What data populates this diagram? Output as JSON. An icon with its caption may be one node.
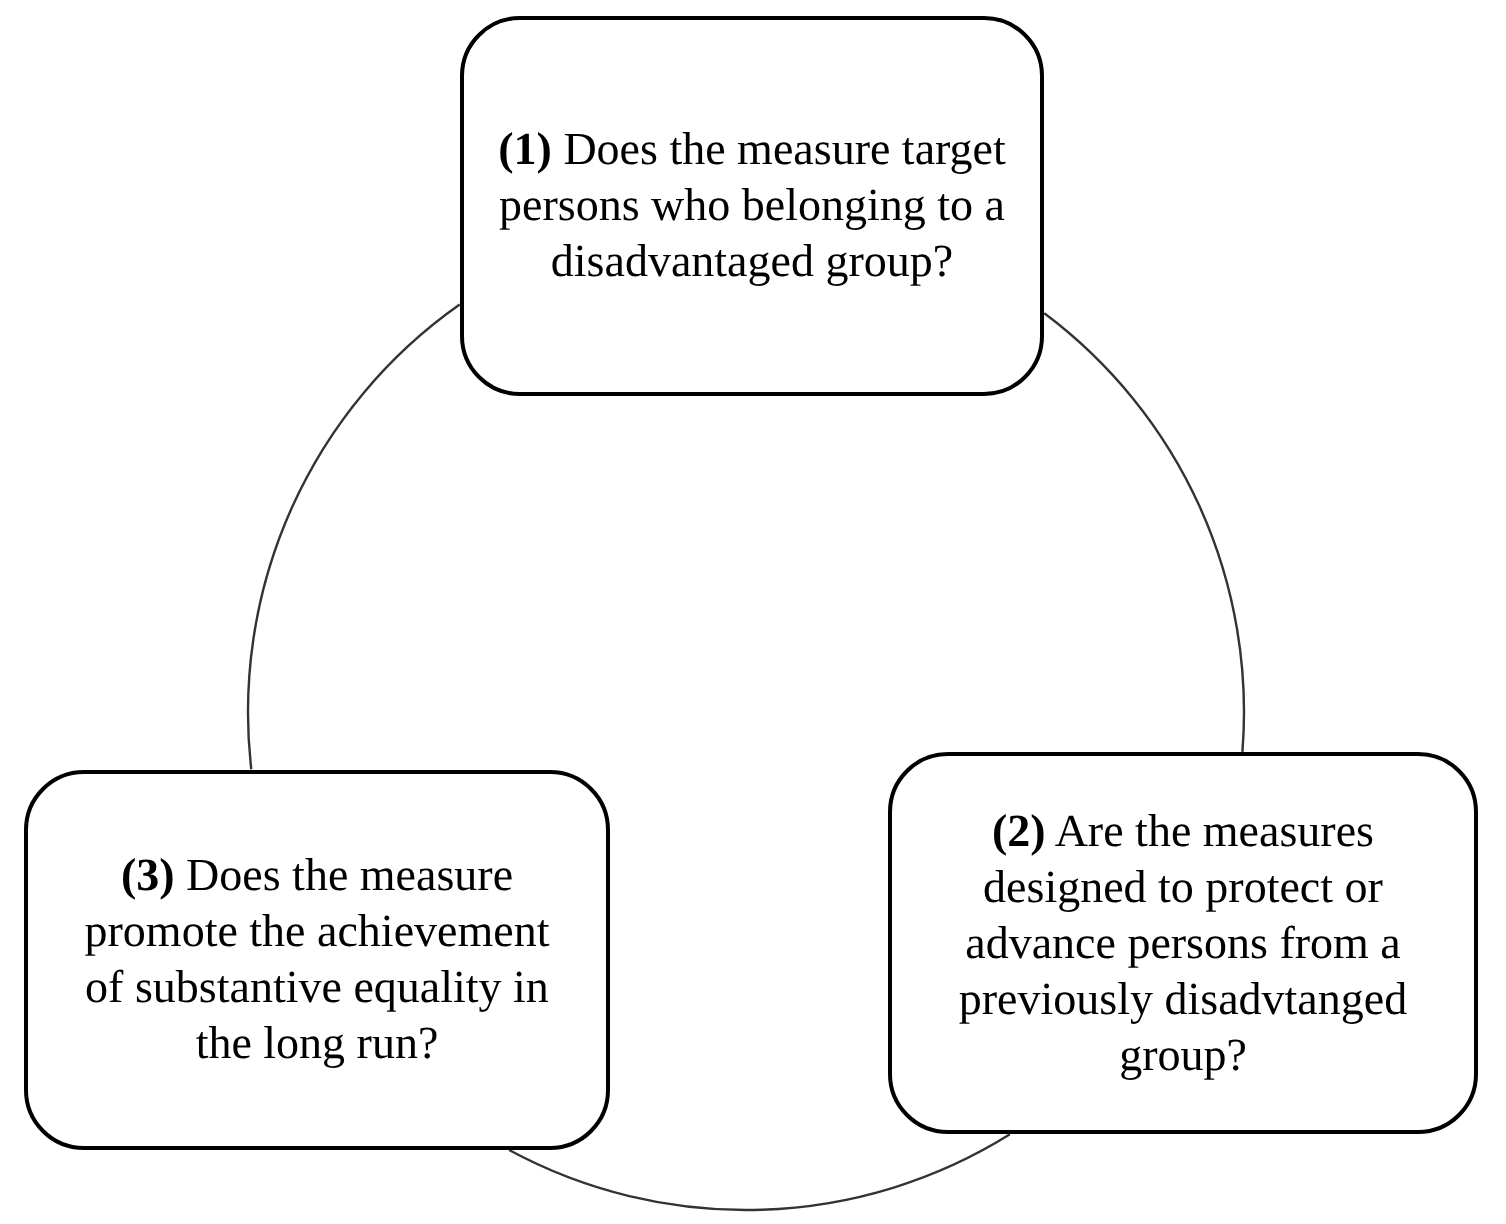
{
  "diagram": {
    "nodes": [
      {
        "text": [
          "**(1)** Does the measure target persons who belonging to a disadvantaged group?"
        ]
      },
      {
        "text": [
          "**(2)** Are the measures designed to protect or advance persons from a previously disadvtanged group?"
        ]
      },
      {
        "text": [
          "**(3)** Does the measure promote the achievement of substantive equality in the long run?"
        ]
      }
    ],
    "edges": [
      {
        "from": 0,
        "to": 1,
        "arrow": "none"
      },
      {
        "from": 1,
        "to": 2,
        "arrow": "none"
      },
      {
        "from": 2,
        "to": 0,
        "arrow": "none"
      }
    ]
  }
}
